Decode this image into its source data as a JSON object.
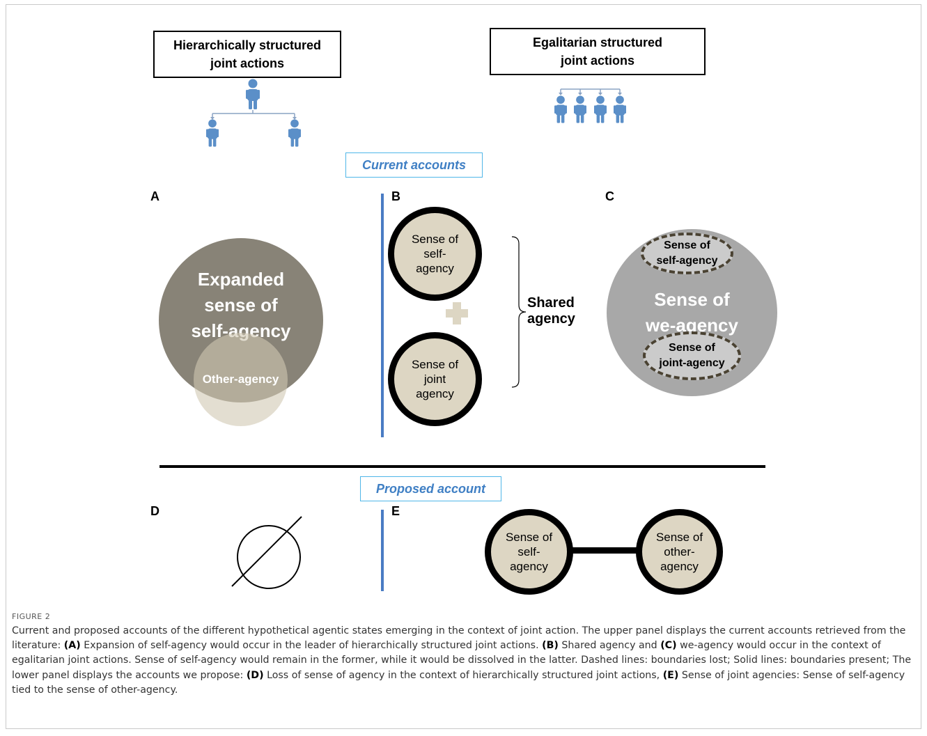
{
  "top_boxes": {
    "hierarchical": "Hierarchically structured\njoint actions",
    "egalitarian": "Egalitarian structured\njoint actions"
  },
  "tags": {
    "current": "Current accounts",
    "proposed": "Proposed account"
  },
  "panels": {
    "A": {
      "letter": "A",
      "big_circle": "Expanded\nsense of\nself-agency",
      "small_circle": "Other-agency"
    },
    "B": {
      "letter": "B",
      "top_circle": "Sense of\nself-\nagency",
      "bottom_circle": "Sense of\njoint\nagency",
      "bracket_label": "Shared\nagency"
    },
    "C": {
      "letter": "C",
      "big_circle": "Sense of\nwe-agency",
      "top_oval": "Sense of\nself-agency",
      "bottom_oval": "Sense of\njoint-agency"
    },
    "D": {
      "letter": "D"
    },
    "E": {
      "letter": "E",
      "left_circle": "Sense of\nself-\nagency",
      "right_circle": "Sense of\nother-\nagency"
    }
  },
  "colors": {
    "person_icon": "#5b8fc8",
    "blue_divider": "#4a7cc4",
    "tag_border": "#4fb6e8",
    "tag_text": "#3f7fc4",
    "expanded_circle": "#888377",
    "other_agency_circle": "#ddd6c3",
    "we_agency_circle": "#a8a8a8",
    "beige_fill": "#ddd6c3"
  },
  "caption": {
    "label": "FIGURE 2",
    "s1": "Current and proposed accounts of the different hypothetical agentic states emerging in the context of joint action. The upper panel displays the current accounts retrieved from the literature: ",
    "a": "(A)",
    "s2": " Expansion of self-agency would occur in the leader of hierarchically structured joint actions. ",
    "b": "(B)",
    "s3": " Shared agency and ",
    "c": "(C)",
    "s4": " we-agency would occur in the context of egalitarian joint actions. Sense of self-agency would remain in the former, while it would be dissolved in the latter. Dashed lines: boundaries lost; Solid lines: boundaries present; The lower panel displays the accounts we propose: ",
    "d": "(D)",
    "s5": " Loss of sense of agency in the context of hierarchically structured joint actions, ",
    "e": "(E)",
    "s6": " Sense of joint agencies: Sense of self-agency tied to the sense of other-agency."
  }
}
